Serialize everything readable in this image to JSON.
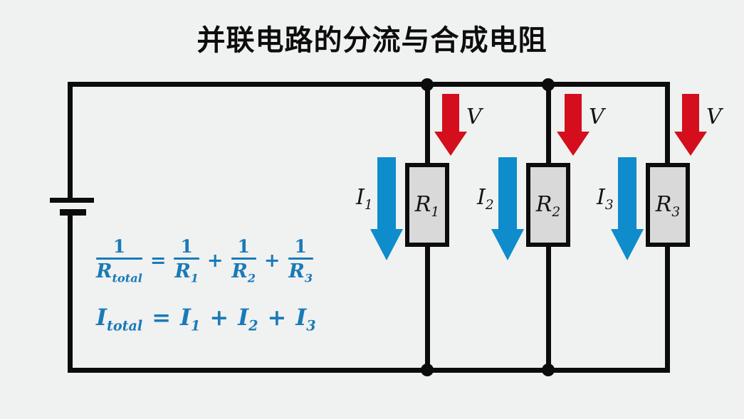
{
  "title": "并联电路的分流与合成电阻",
  "branches": [
    {
      "resistor": {
        "base": "R",
        "sub": "1"
      },
      "current": {
        "base": "I",
        "sub": "1"
      },
      "voltage": "V"
    },
    {
      "resistor": {
        "base": "R",
        "sub": "2"
      },
      "current": {
        "base": "I",
        "sub": "2"
      },
      "voltage": "V"
    },
    {
      "resistor": {
        "base": "R",
        "sub": "3"
      },
      "current": {
        "base": "I",
        "sub": "3"
      },
      "voltage": "V"
    }
  ],
  "formulas": {
    "resistance": {
      "lhs": {
        "num": "1",
        "den_base": "R",
        "den_sub": "total"
      },
      "equals": "=",
      "plus": "+",
      "terms": [
        {
          "num": "1",
          "den_base": "R",
          "den_sub": "1"
        },
        {
          "num": "1",
          "den_base": "R",
          "den_sub": "2"
        },
        {
          "num": "1",
          "den_base": "R",
          "den_sub": "3"
        }
      ]
    },
    "current": {
      "lhs": {
        "base": "I",
        "sub": "total"
      },
      "equals": "=",
      "plus": "+",
      "terms": [
        {
          "base": "I",
          "sub": "1"
        },
        {
          "base": "I",
          "sub": "2"
        },
        {
          "base": "I",
          "sub": "3"
        }
      ]
    }
  },
  "colors": {
    "background": "#f0f1f1",
    "wire_black": "#0c0c0c",
    "resistor_fill": "#d9d9d9",
    "voltage_arrow_red": "#d40e1c",
    "current_arrow_blue": "#0e8ccb",
    "formula_blue": "#1a7ab8"
  }
}
